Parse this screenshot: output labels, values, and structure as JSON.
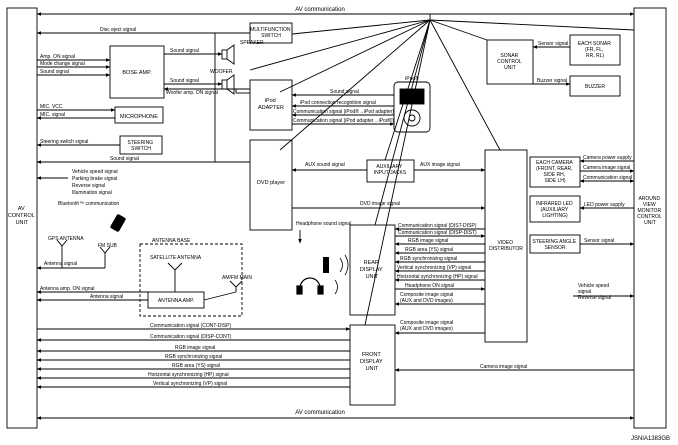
{
  "figure_id": "JSNIA1383GB",
  "top_bus": "AV communication",
  "bottom_bus": "AV communication",
  "units": {
    "av_control_left": [
      "AV",
      "CONTROL",
      "UNIT"
    ],
    "around_view": [
      "AROUND",
      "VIEW",
      "MONITOR",
      "CONTROL",
      "UNIT"
    ],
    "multifunction_switch": [
      "MULTIFUNCTION",
      "SWITCH"
    ],
    "bose_amp": "BOSE AMP.",
    "speaker": "SPEAKER",
    "woofer": "WOOFER",
    "ipod_adapter": [
      "iPod",
      "ADAPTER"
    ],
    "ipod": "iPod®",
    "microphone": "MICROPHONE",
    "steering_switch": [
      "STEERING",
      "SWITCH"
    ],
    "dvd_player": "DVD player",
    "aux_jacks": [
      "AUXILIARY",
      "INPUT JACKS"
    ],
    "video_distributor": [
      "VIDEO",
      "DISTRIBUTOR"
    ],
    "rear_display": [
      "REAR",
      "DISPLAY",
      "UNIT"
    ],
    "front_display": [
      "FRONT",
      "DISPLAY",
      "UNIT"
    ],
    "sonar_unit": [
      "SONAR",
      "CONTROL",
      "UNIT"
    ],
    "each_sonar": [
      "EACH SONAR",
      "(FR, FL,",
      "RR, RL)"
    ],
    "buzzer": "BUZZER",
    "each_camera": [
      "EACH CAMERA",
      "(FRONT, REAR,",
      "SIDE RH,",
      "SIDE LH)"
    ],
    "infrared_led": [
      "INFRARED LED",
      "(AUXILIARY",
      "LIGHTING)"
    ],
    "steering_angle_sensor": [
      "STEERING ANGLE",
      "SENSOR"
    ],
    "antenna_base": "ANTENNA BASE",
    "satellite_antenna": "SATELLITE ANTENNA",
    "antenna_amp": "ANTENNA AMP.",
    "am_fm_main": "AM/FM MAIN",
    "gps_antenna": "GPS ANTENNA",
    "fm_sub": "FM SUB",
    "bluetooth": "Bluetooth™ communication"
  },
  "signals": {
    "disc_eject": "Disc eject signal",
    "amp_on": "Amp. ON signal",
    "mode_change": "Mode change signal",
    "sound_signal": "Sound signal",
    "woofer_amp_on": "Woofer amp. ON signal",
    "mic_vcc": "MIC. VCC",
    "mic_signal": "MIC. signal",
    "steering_switch_signal": "Steering switch signal",
    "vehicle_speed": "Vehicle speed signal",
    "parking_brake": "Parking brake signal",
    "reverse": "Reverse signal",
    "illumination": "Illumination signal",
    "antenna_signal": "Antenna signal",
    "antenna_amp_on": "Antenna amp. ON signal",
    "ipod_conn_recog": "iPod connection recognition signal",
    "comm_ipod_to_adapter": "Communication signal (iPod®→iPod adapter)",
    "comm_adapter_to_ipod": "Communication signal (iPod adapter→iPod®)",
    "aux_sound": "AUX sound signal",
    "aux_image": "AUX image signal",
    "dvd_image": "DVD image signal",
    "headphone_sound": "Headphone sound signal",
    "comm_dist_disp": "Communication signal (DIST-DISP)",
    "comm_disp_dist": "Communication signal (DISP-DIST)",
    "rgb_image": "RGB image signal",
    "rgb_area": "RGB area (YS) signal",
    "rgb_sync": "RGB synchronizing signal",
    "vertical_sync": "Vertical synchronizing (VP) signal",
    "horizontal_sync": "Horizontal synchronizing (HP) signal",
    "headphone_on": "Headphone ON signal",
    "composite_image": "Composite image signal",
    "aux_and_dvd": "(AUX and DVD images)",
    "comm_cont_disp": "Communication signal (CONT-DISP)",
    "comm_disp_cont": "Communication signal (DISP-CONT)",
    "camera_image": "Camera image signal",
    "sensor_signal": "Sensor signal",
    "buzzer_signal": "Buzzer signal",
    "camera_power": "Camera power supply",
    "communication": "Communication signal",
    "led_power": "LED power supply",
    "vehicle_speed_short": "Vehicle speed",
    "signal": "signal",
    "reverse_signal": "Reverse signal"
  }
}
